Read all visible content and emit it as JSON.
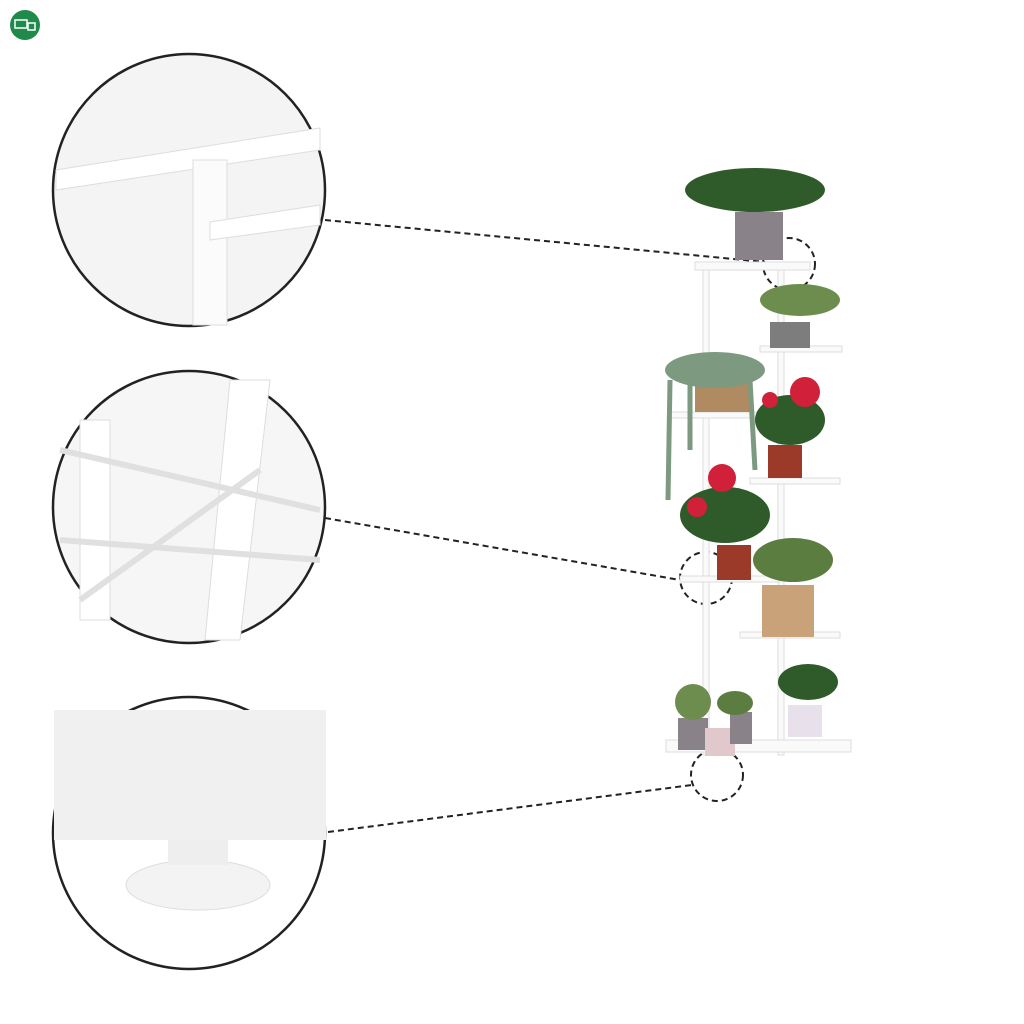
{
  "logo": {
    "icon": "furniture-badge-icon",
    "color": "#1f8a4c"
  },
  "details": [
    {
      "name": "top-joint-detail"
    },
    {
      "name": "shelf-clip-detail"
    },
    {
      "name": "foot-pad-detail"
    }
  ],
  "colors": {
    "frame": "#f2f2f2",
    "outline": "#222222",
    "pot_terracotta": "#9c3a2a",
    "flower": "#d0203a",
    "leaf": "#2f5a2a"
  }
}
